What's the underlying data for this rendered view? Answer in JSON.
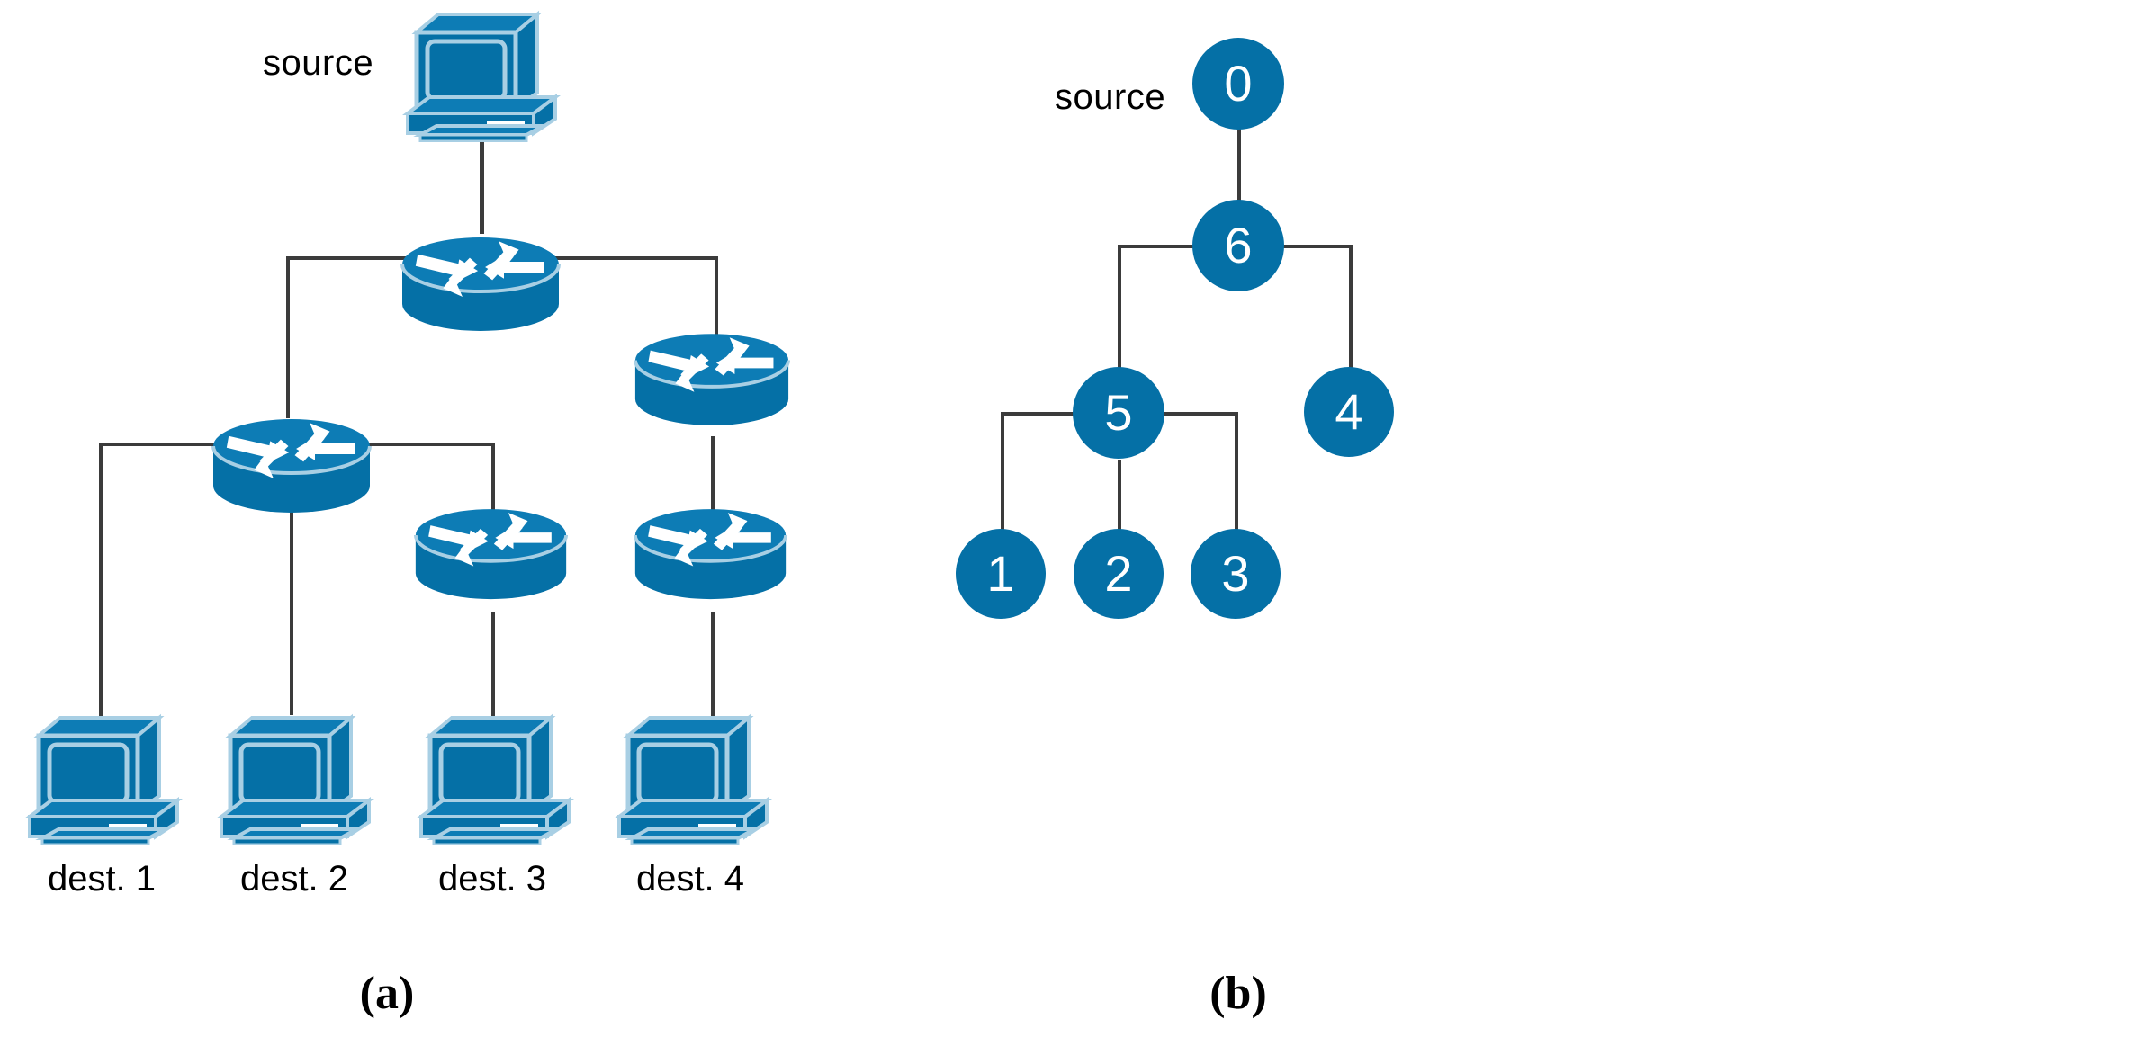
{
  "figure": {
    "panels": [
      {
        "id": "a",
        "caption": "(a)",
        "type": "network-topology-icons",
        "source_label": "source",
        "destination_labels": [
          "dest. 1",
          "dest. 2",
          "dest. 3",
          "dest. 4"
        ],
        "device_icons": {
          "host": "workstation-pc-icon",
          "relay": "router-icon"
        },
        "routers_count": 5,
        "hosts_count": 5
      },
      {
        "id": "b",
        "caption": "(b)",
        "type": "abstract-tree-graph",
        "source_label": "source",
        "nodes": [
          {
            "id": "0",
            "label": "0"
          },
          {
            "id": "6",
            "label": "6"
          },
          {
            "id": "5",
            "label": "5"
          },
          {
            "id": "4",
            "label": "4"
          },
          {
            "id": "1",
            "label": "1"
          },
          {
            "id": "2",
            "label": "2"
          },
          {
            "id": "3",
            "label": "3"
          }
        ],
        "edges": [
          {
            "from": "0",
            "to": "6"
          },
          {
            "from": "6",
            "to": "5"
          },
          {
            "from": "6",
            "to": "4"
          },
          {
            "from": "5",
            "to": "1"
          },
          {
            "from": "5",
            "to": "2"
          },
          {
            "from": "5",
            "to": "3"
          }
        ]
      }
    ],
    "colors": {
      "device_blue": "#0570a6",
      "device_highlight": "#a8cfe4",
      "device_shade": "#0d7cb5",
      "edge_gray": "#3b3b3b",
      "node_text": "#ffffff",
      "background": "#ffffff"
    }
  }
}
